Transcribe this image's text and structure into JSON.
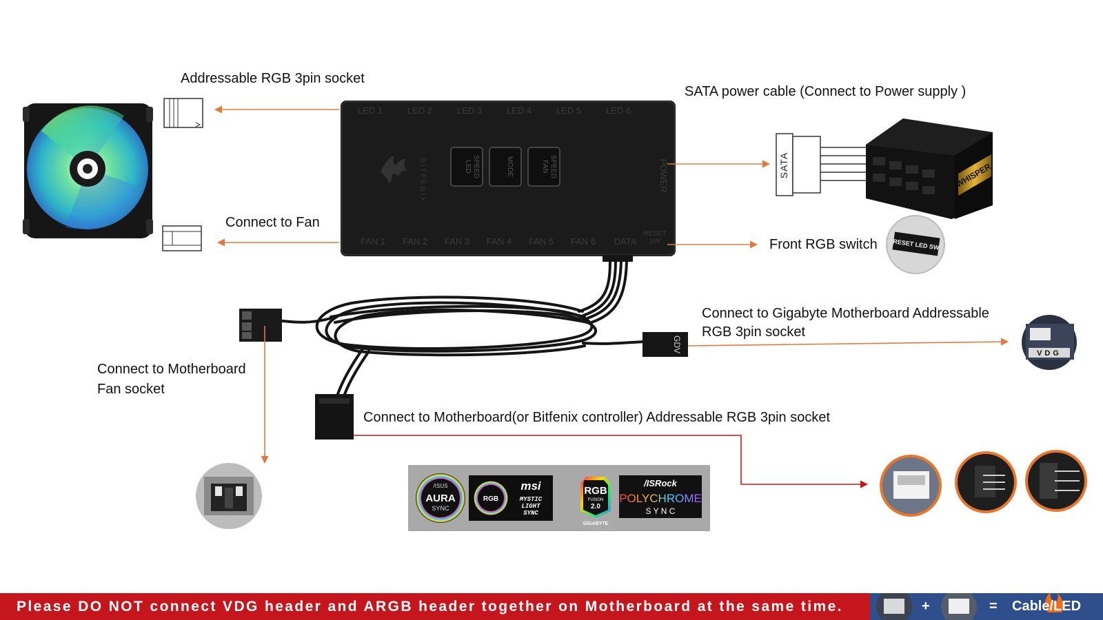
{
  "hub": {
    "led_ports": [
      "LED 1",
      "LED 2",
      "LED 3",
      "LED 4",
      "LED 5",
      "LED 6"
    ],
    "fan_ports": [
      "FAN 1",
      "FAN 2",
      "FAN 3",
      "FAN 4",
      "FAN 5",
      "FAN 6",
      "DATA"
    ],
    "reset_port": [
      "RESET",
      "SW"
    ],
    "power_port": "POWER",
    "buttons": [
      [
        "LED",
        "SPEED"
      ],
      [
        "MODE"
      ],
      [
        "FAN",
        "SPEED"
      ]
    ],
    "brand": "BITFENIX"
  },
  "labels": {
    "argb_socket": "Addressable RGB 3pin socket",
    "connect_fan": "Connect to Fan",
    "sata_power": "SATA power cable (Connect to Power supply )",
    "front_switch": "Front RGB switch",
    "gigabyte_line1": "Connect to Gigabyte Motherboard Addressable",
    "gigabyte_line2": "RGB 3pin socket",
    "mb_fan_line1": "Connect to Motherboard",
    "mb_fan_line2": "Fan socket",
    "mb_argb": "Connect to Motherboard(or Bitfenix controller) Addressable RGB 3pin socket"
  },
  "connectors": {
    "sata": "SATA",
    "gdv": "GDV",
    "vdg": "VDG",
    "reset_switch": "RESET LED SW",
    "psu_brand": "WHISPER"
  },
  "sync_logos": {
    "asus_brand": "/ISUS",
    "asus_name": "AURA",
    "asus_sub": "SYNC",
    "msi_brand": "msi",
    "msi_ring": "RGB",
    "msi_name": [
      "MYSTIC",
      "LIGHT",
      "SYNC"
    ],
    "gigabyte_name": "RGB",
    "gigabyte_sub": "FUSION",
    "gigabyte_ver": "2.0",
    "gigabyte_brand": "GIGABYTE",
    "asrock_brand": "/ISRock",
    "asrock_name": "POLYCHROME",
    "asrock_sub": "S Y N C"
  },
  "warning": "Please DO NOT connect VDG header and ARGB header together on Motherboard at the same time.",
  "legend": {
    "plus": "+",
    "equals": "=",
    "result": "Cable/LED"
  },
  "colors": {
    "arrow": "#e27a3f",
    "red_line": "#c4161c",
    "warning_bg": "#c4161c",
    "legend_bg": "#2f4e8c",
    "hub": "#1b1b1b"
  }
}
